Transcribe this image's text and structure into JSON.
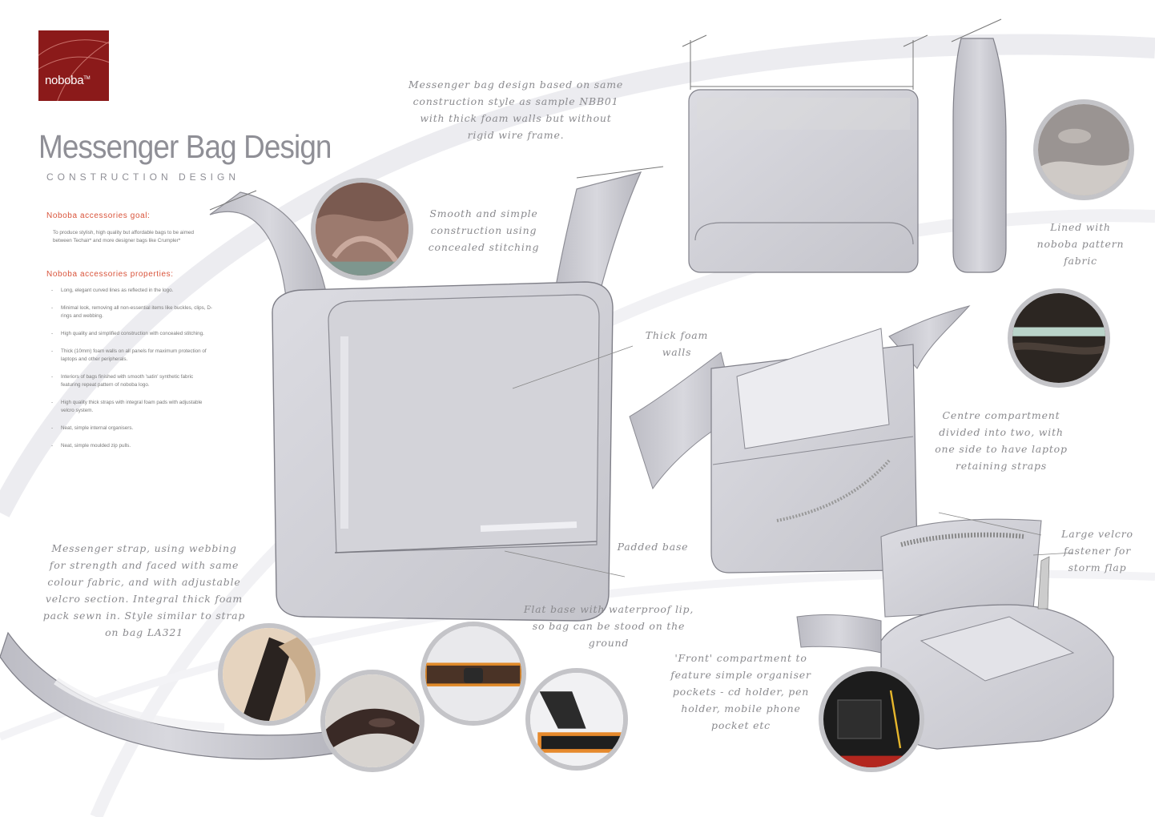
{
  "brand": {
    "logo_text": "noboba",
    "trademark": "TM"
  },
  "header": {
    "title": "Messenger Bag Design",
    "subtitle": "CONSTRUCTION DESIGN"
  },
  "goal": {
    "heading": "Noboba accessories goal:",
    "text": "To produce stylish, high quality but affordable bags to be aimed between Techair* and more designer bags like Crumpler*"
  },
  "properties": {
    "heading": "Noboba accessories properties:",
    "items": [
      "Long, elegant curved lines as reflected in the logo.",
      "Minimal look, removing all non-essential items like buckles, clips, D-rings and webbing.",
      "High quality and simplified construction with concealed stitching.",
      "Thick (10mm) foam walls on all panels for maximum protection of laptops and other peripherals.",
      "Interiors of bags finished with smooth 'satin' synthetic fabric featuring repeat pattern of noboba logo.",
      "High quality thick straps with integral foam pads with adjustable velcro system.",
      "Neat, simple internal organisers.",
      "Neat, simple moulded zip pulls."
    ]
  },
  "annotations": {
    "construction": "Messenger bag design based on same construction style as sample NBB01 with thick foam walls but without rigid wire frame.",
    "stitching": "Smooth and simple construction using concealed stitching",
    "foam_walls": "Thick foam walls",
    "padded_base": "Padded base",
    "flat_base": "Flat base with waterproof lip, so bag can be stood on the ground",
    "strap": "Messenger strap, using webbing for strength and faced with same colour fabric, and with adjustable velcro section. Integral thick foam pack sewn in. Style similar to strap on bag LA321",
    "lined": "Lined with noboba pattern fabric",
    "centre_compartment": "Centre compartment divided into two, with one side to have laptop retaining straps",
    "velcro": "Large velcro fastener for storm flap",
    "front_compartment": "'Front' compartment to feature simple organiser pockets - cd holder, pen holder, mobile phone pocket etc"
  },
  "colors": {
    "brand_red": "#8b1a1a",
    "heading_orange": "#d9533a",
    "sketch_grey": "#c9c9cf",
    "title_grey": "#8f8f96"
  }
}
